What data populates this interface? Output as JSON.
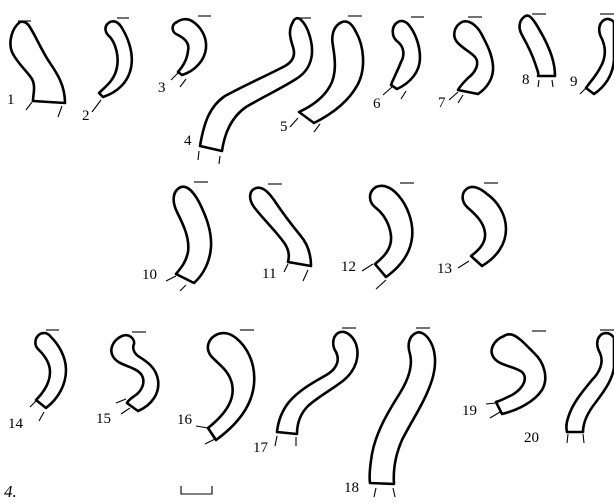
{
  "figure_label": "4.",
  "specimens": [
    "1",
    "2",
    "3",
    "4",
    "5",
    "6",
    "7",
    "8",
    "9",
    "10",
    "11",
    "12",
    "13",
    "14",
    "15",
    "16",
    "17",
    "18",
    "19",
    "20"
  ]
}
